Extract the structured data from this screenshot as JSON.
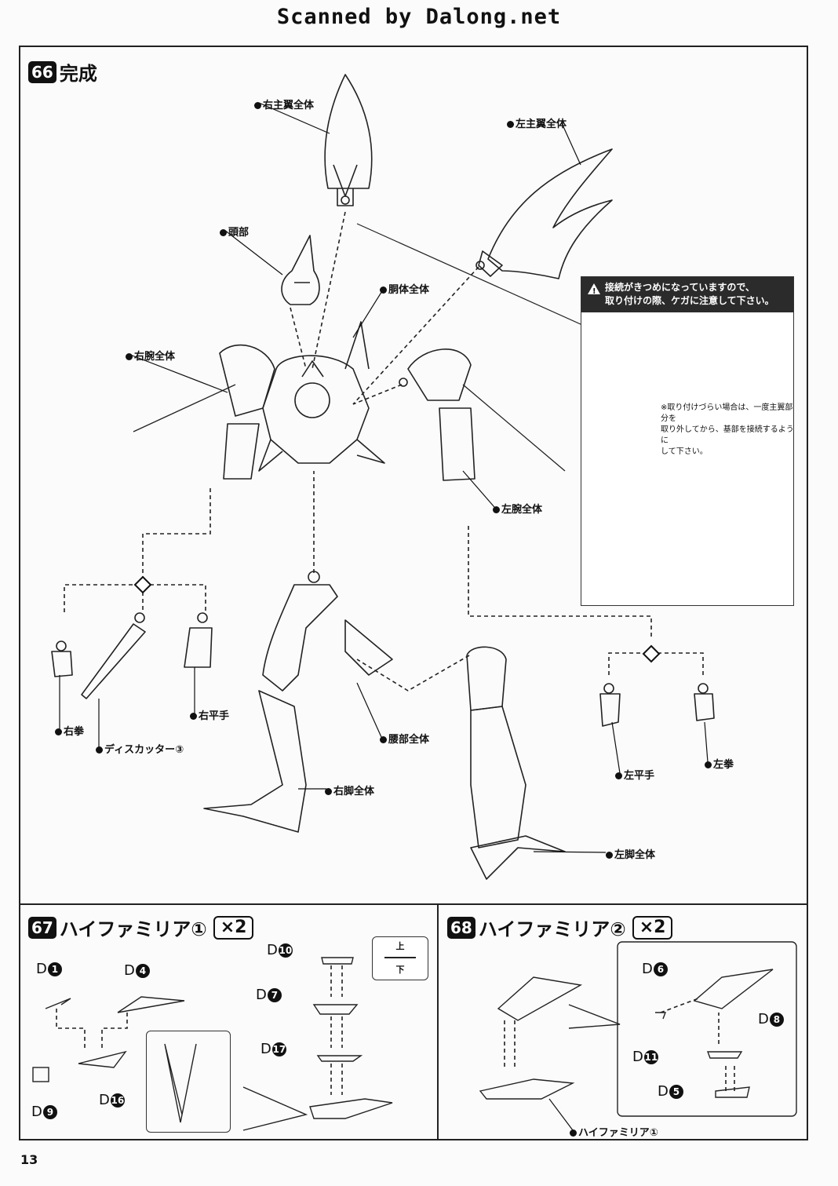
{
  "header": {
    "scan_credit": "Scanned by Dalong.net"
  },
  "step66": {
    "number": "66",
    "title": "完成",
    "labels": {
      "right_main_wing": "右主翼全体",
      "left_main_wing": "左主翼全体",
      "head": "頭部",
      "torso": "胴体全体",
      "right_arm": "右腕全体",
      "left_arm": "左腕全体",
      "right_fist": "右拳",
      "disc_cutter": "ディスカッター③",
      "right_open_hand": "右平手",
      "waist": "腰部全体",
      "right_leg": "右脚全体",
      "left_leg": "左脚全体",
      "left_open_hand": "左平手",
      "left_fist": "左拳"
    },
    "caution": {
      "heading_line1": "接続がきつめになっていますので、",
      "heading_line2": "取り付けの際、ケガに注意して下さい。",
      "note_line1": "※取り付けづらい場合は、一度主翼部分を",
      "note_line2": "取り外してから、基部を接続するように",
      "note_line3": "して下さい。"
    }
  },
  "step67": {
    "number": "67",
    "title": "ハイファミリア①",
    "multiplier": "×2",
    "part_letter": "D",
    "parts": [
      "1",
      "4",
      "9",
      "16",
      "10",
      "7",
      "17"
    ],
    "orientation": {
      "up": "上",
      "down": "下"
    }
  },
  "step68": {
    "number": "68",
    "title": "ハイファミリア②",
    "multiplier": "×2",
    "part_letter": "D",
    "parts": [
      "6",
      "8",
      "11",
      "5"
    ],
    "result_label": "ハイファミリア①"
  },
  "footer": {
    "page_number": "13"
  }
}
